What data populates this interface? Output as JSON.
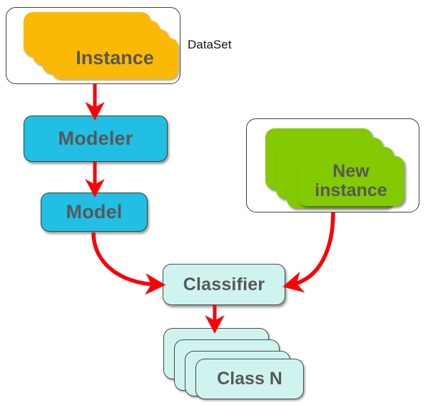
{
  "diagram": {
    "title": "Classification workflow diagram",
    "colors": {
      "instance_card": "#FBB905",
      "process_box": "#21BFE3",
      "new_instance_card": "#83C904",
      "classifier_box": "#CFF4EF",
      "class_card": "#CFF4EF",
      "arrow": "#FB0007",
      "node_text": "#585858",
      "frame_border": "#3F3F3F",
      "background": "#FFFFFF"
    },
    "nodes": [
      {
        "id": "dataset-group",
        "kind": "stack-group",
        "label": "Instance",
        "side_label": "DataSet",
        "card_count": 4,
        "color": "#FBB905"
      },
      {
        "id": "modeler",
        "kind": "process",
        "label": "Modeler",
        "color": "#21BFE3"
      },
      {
        "id": "model",
        "kind": "process",
        "label": "Model",
        "color": "#21BFE3"
      },
      {
        "id": "new-instance-group",
        "kind": "stack-group",
        "label": "New instance",
        "label_lines": [
          "New",
          "instance"
        ],
        "card_count": 4,
        "color": "#83C904"
      },
      {
        "id": "classifier",
        "kind": "process",
        "label": "Classifier",
        "color": "#CFF4EF"
      },
      {
        "id": "class-stack",
        "kind": "stack",
        "label": "Class N",
        "card_count": 4,
        "color": "#CFF4EF"
      }
    ],
    "edges": [
      {
        "id": "e1",
        "from": "dataset-group",
        "to": "modeler",
        "style": "straight",
        "color": "#FB0007"
      },
      {
        "id": "e2",
        "from": "modeler",
        "to": "model",
        "style": "straight",
        "color": "#FB0007"
      },
      {
        "id": "e3",
        "from": "model",
        "to": "classifier",
        "style": "curve",
        "color": "#FB0007"
      },
      {
        "id": "e4",
        "from": "new-instance-group",
        "to": "classifier",
        "style": "curve",
        "color": "#FB0007"
      },
      {
        "id": "e5",
        "from": "classifier",
        "to": "class-stack",
        "style": "straight",
        "color": "#FB0007"
      }
    ],
    "labels": {
      "instance": "Instance",
      "dataset": "DataSet",
      "modeler": "Modeler",
      "model": "Model",
      "new_instance_line1": "New",
      "new_instance_line2": "instance",
      "classifier": "Classifier",
      "class_n": "Class N"
    }
  }
}
